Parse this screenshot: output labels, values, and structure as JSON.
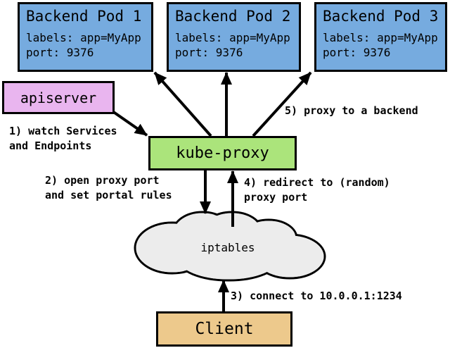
{
  "pods": [
    {
      "title": "Backend Pod 1",
      "labels": "labels: app=MyApp",
      "port": "port: 9376"
    },
    {
      "title": "Backend Pod 2",
      "labels": "labels: app=MyApp",
      "port": "port: 9376"
    },
    {
      "title": "Backend Pod 3",
      "labels": "labels: app=MyApp",
      "port": "port: 9376"
    }
  ],
  "nodes": {
    "apiserver": "apiserver",
    "kube_proxy": "kube-proxy",
    "iptables": "iptables",
    "client": "Client"
  },
  "annotations": {
    "step1_line1": "1) watch Services",
    "step1_line2": "and Endpoints",
    "step2_line1": "2) open proxy port",
    "step2_line2": "and set portal rules",
    "step3": "3) connect to 10.0.0.1:1234",
    "step4_line1": "4) redirect to (random)",
    "step4_line2": "proxy port",
    "step5": "5) proxy to a backend"
  },
  "colors": {
    "pod_fill": "#76abdf",
    "apiserver_fill": "#e9b5ef",
    "kube_proxy_fill": "#abe47b",
    "client_fill": "#edc98c",
    "cloud_fill": "#ececec",
    "outline": "#000000"
  }
}
